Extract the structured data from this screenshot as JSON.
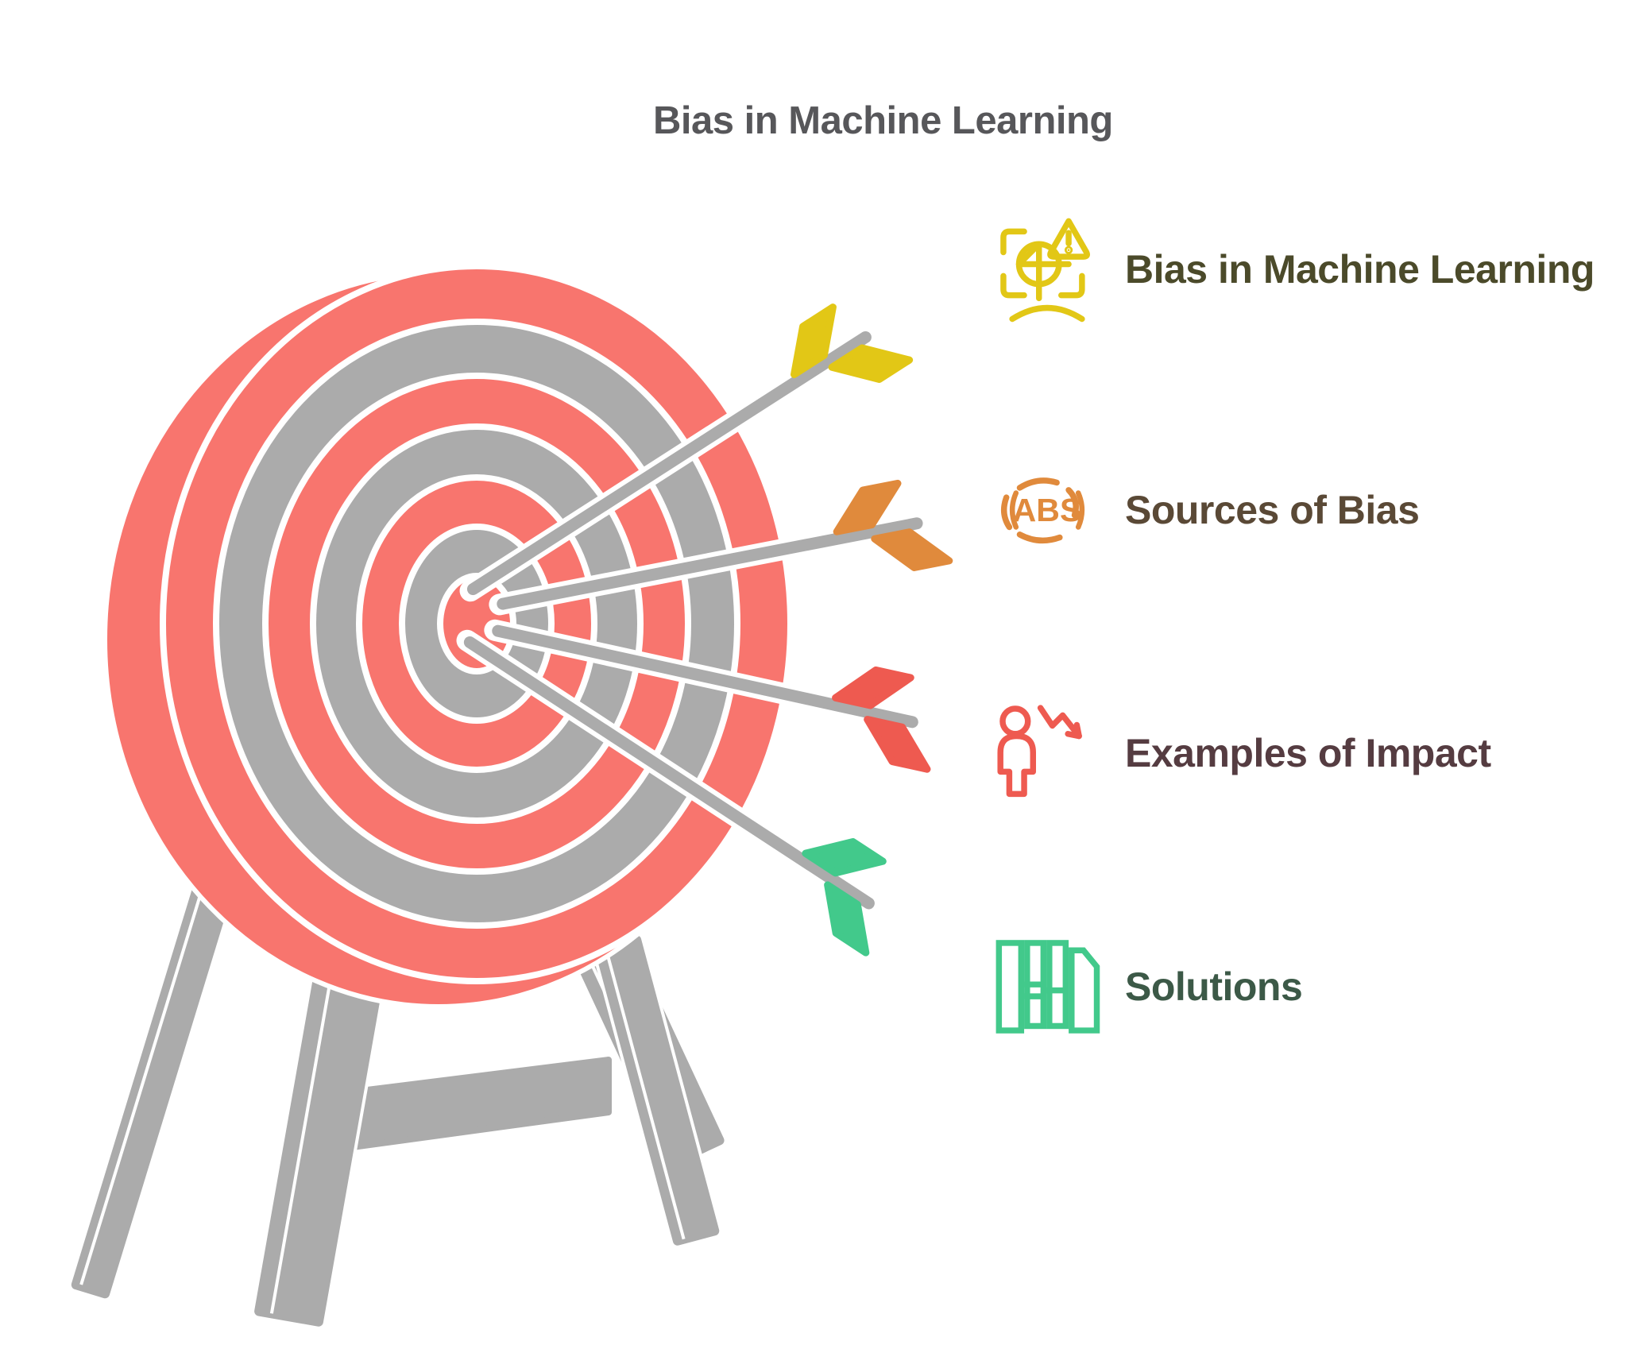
{
  "title": "Bias in Machine Learning",
  "items": [
    {
      "label": "Bias in Machine Learning",
      "icon": "face-scan-warning-icon",
      "text_color": "#4B4A2A",
      "accent_key": "yellow"
    },
    {
      "label": "Sources of Bias",
      "icon": "abs-icon",
      "text_color": "#5A4936",
      "accent_key": "orange",
      "abs_text": "ABS"
    },
    {
      "label": "Examples of Impact",
      "icon": "person-decline-icon",
      "text_color": "#553C41",
      "accent_key": "red"
    },
    {
      "label": "Solutions",
      "icon": "panels-icon",
      "text_color": "#3C5947",
      "accent_key": "green"
    }
  ],
  "colors": {
    "yellow": "#E2C716",
    "orange": "#E08A3C",
    "red": "#EE5A50",
    "green": "#42C98B",
    "target_red": "#F8756E",
    "gray": "#ABABAB",
    "title_text": "#57575A",
    "background": "#FFFFFF"
  },
  "illustration": {
    "description": "archery target on wooden easel stand hit by four arrows in the bullseye",
    "arrow_count": 4
  }
}
